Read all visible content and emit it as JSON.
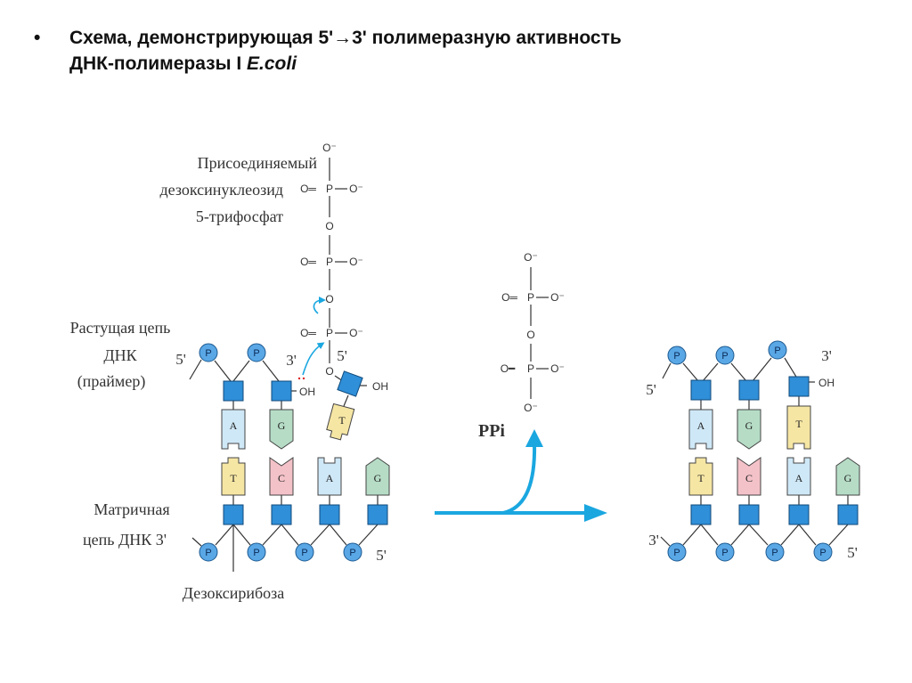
{
  "slide": {
    "bullet": "•",
    "title_line1": "Схема, демонстрирующая 5'→3' полимеразную активность",
    "title_line2_prefix": "ДНК-полимеразы I  ",
    "title_line2_italic": "E.coli"
  },
  "colors": {
    "phosphate": "#5aa7e6",
    "sugar": "#2f8fd8",
    "adenine": "#cfe8f7",
    "guanine": "#b6dcc6",
    "thymine": "#f6e6a4",
    "cytosine": "#f3c2c8",
    "arrow": "#1aa7e0",
    "line": "#333333"
  },
  "labels": {
    "incoming": [
      "Присоединяемый",
      "дезоксинуклеозид",
      "5-трифосфат"
    ],
    "growing": [
      "Растущая цепь",
      "ДНК",
      "(праймер)"
    ],
    "template": [
      "Матричная",
      "цепь ДНК 3'"
    ],
    "deoxyribose": "Дезоксирибоза",
    "ppi": "PPi",
    "five_prime": "5'",
    "three_prime": "3'",
    "phosphate": "P",
    "oh": "OH",
    "O": "O",
    "O_minus": "O⁻",
    "P_atom": "P",
    "O_eq": "O═",
    "O_single": "O━"
  },
  "bases": {
    "A": "A",
    "G": "G",
    "T": "T",
    "C": "C"
  }
}
